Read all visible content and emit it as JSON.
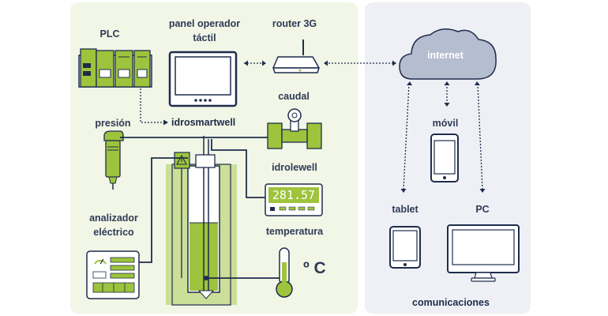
{
  "labels": {
    "plc": "PLC",
    "panel_line1": "panel operador",
    "panel_line2": "táctil",
    "router": "router 3G",
    "caudal": "caudal",
    "presion": "presión",
    "idrosmartwell": "idrosmartwell",
    "idrolewell": "idrolewell",
    "lcd_value": "281.57",
    "analizador_line1": "analizador",
    "analizador_line2": "eléctrico",
    "temperatura": "temperatura",
    "degree": "º C",
    "internet": "internet",
    "movil": "móvil",
    "tablet": "tablet",
    "pc": "PC",
    "comunicaciones": "comunicaciones"
  },
  "colors": {
    "accent_green": "#9dc43c",
    "navy": "#1f2c4c",
    "left_panel_bg": "#f1f6e6",
    "right_panel_bg": "#eef0f5",
    "cloud": "#b5bdd0"
  }
}
